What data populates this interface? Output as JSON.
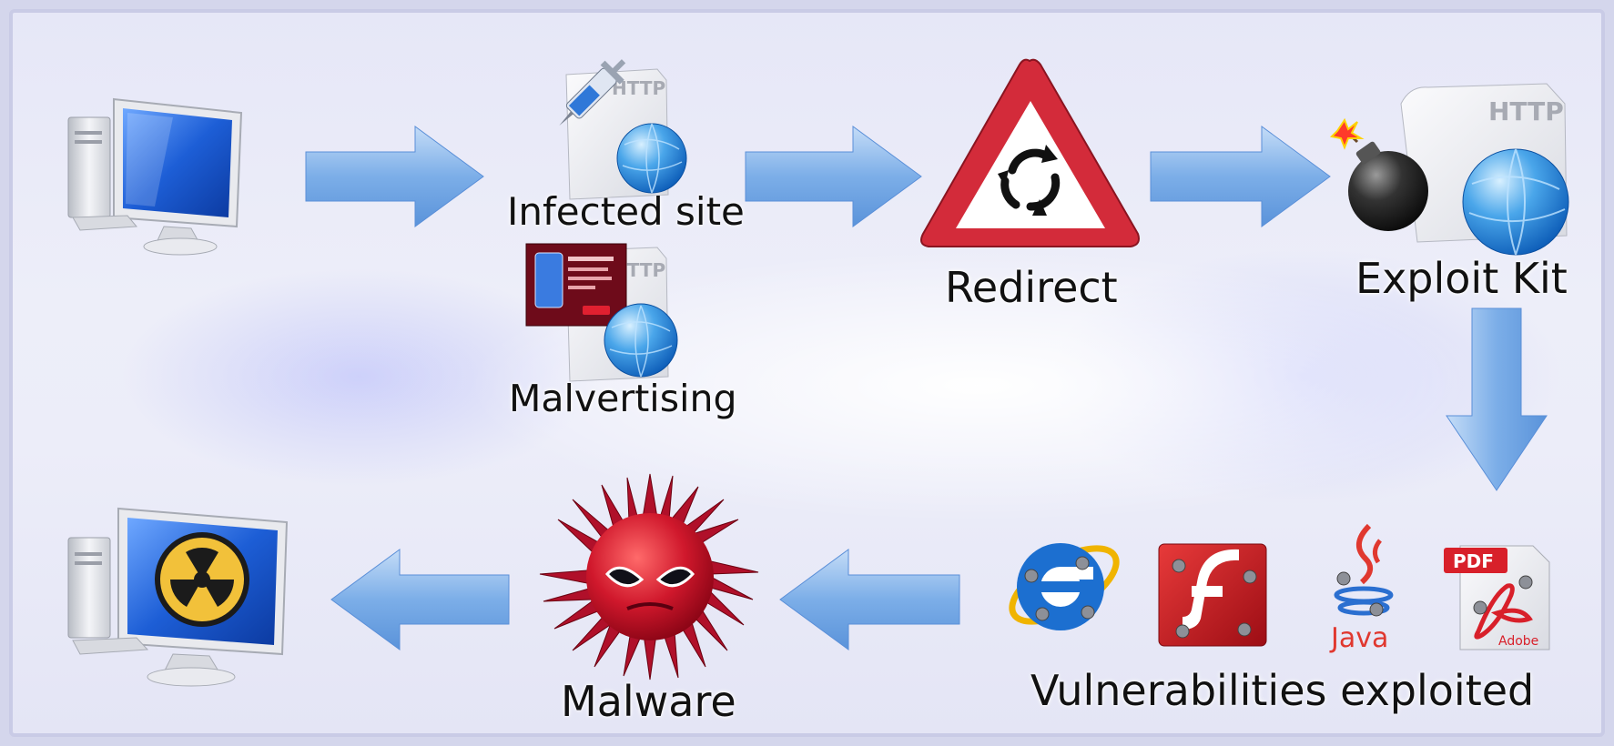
{
  "labels": {
    "infected_site": "Infected site",
    "malvertising": "Malvertising",
    "redirect": "Redirect",
    "exploit_kit": "Exploit Kit",
    "vulnerabilities": "Vulnerabilities exploited",
    "malware": "Malware"
  },
  "icon_text": {
    "http": "HTTP",
    "pdf": "PDF",
    "java": "Java",
    "adobe": "Adobe"
  },
  "colors": {
    "arrow": "#7faee6",
    "arrow_dark": "#3f7fd0",
    "sign_red": "#d32b3a",
    "malware_red": "#c0142a",
    "monitor_blue": "#1f5fd0"
  }
}
